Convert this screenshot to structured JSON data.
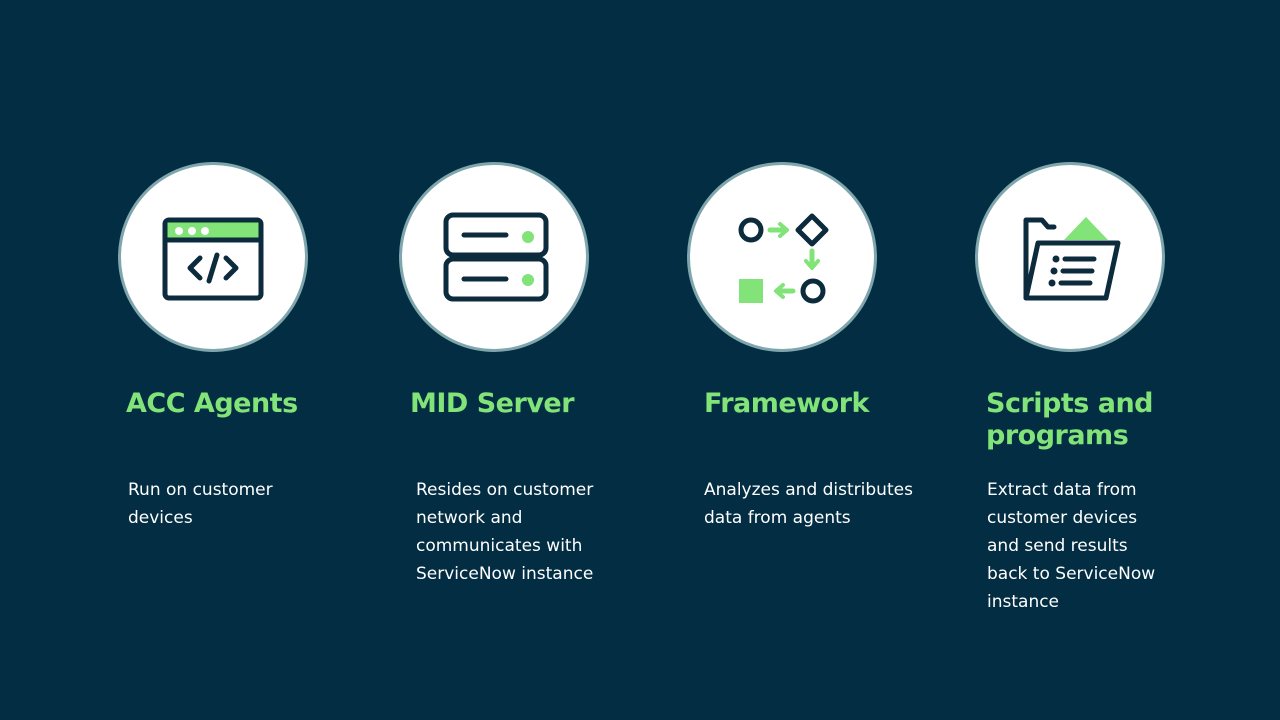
{
  "palette": {
    "background": "#032d42",
    "accent_green": "#81e378",
    "icon_stroke": "#0c2b3d",
    "circle_fill": "#ffffff",
    "circle_ring": "#7fa6ad",
    "text": "#ffffff"
  },
  "components": [
    {
      "icon": "browser-code-icon",
      "title": "ACC Agents",
      "description": "Run on customer\ndevices"
    },
    {
      "icon": "server-rack-icon",
      "title": "MID Server",
      "description": "Resides on customer\nnetwork and\ncommunicates with\nServiceNow instance"
    },
    {
      "icon": "workflow-icon",
      "title": "Framework",
      "description": "Analyzes and distributes\ndata from agents"
    },
    {
      "icon": "folder-list-icon",
      "title": "Scripts and\nprograms",
      "description": "Extract data from\ncustomer devices\nand send results\nback to ServiceNow\ninstance"
    }
  ]
}
